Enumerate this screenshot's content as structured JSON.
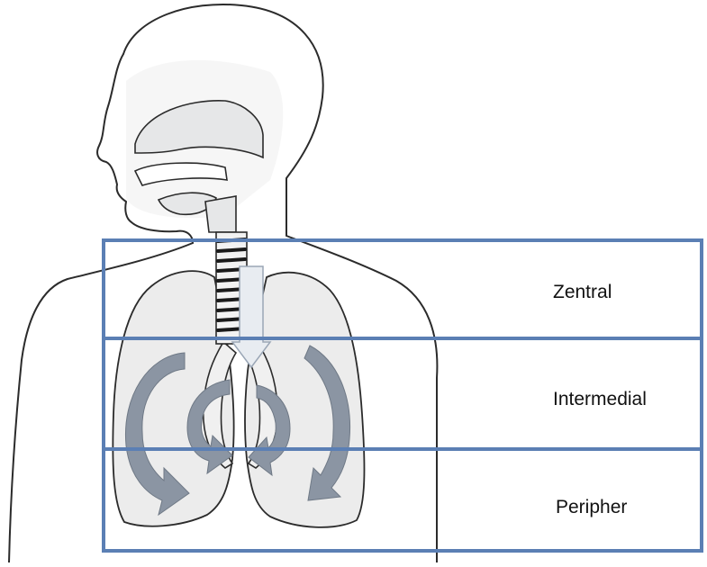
{
  "zones": [
    {
      "label": "Zentral"
    },
    {
      "label": "Intermedial"
    },
    {
      "label": "Peripher"
    }
  ],
  "colors": {
    "outline": "#2b2b2b",
    "airway_fill": "#e6e7e8",
    "skin_shade": "#f2f2f2",
    "zone_border": "#5b7fb4",
    "flow_arrow": "#8b95a3",
    "trachea_arrow": "#e8ecf1"
  },
  "icons": {
    "airflow": "curved-arrow-icon",
    "inflow": "down-arrow-icon"
  }
}
